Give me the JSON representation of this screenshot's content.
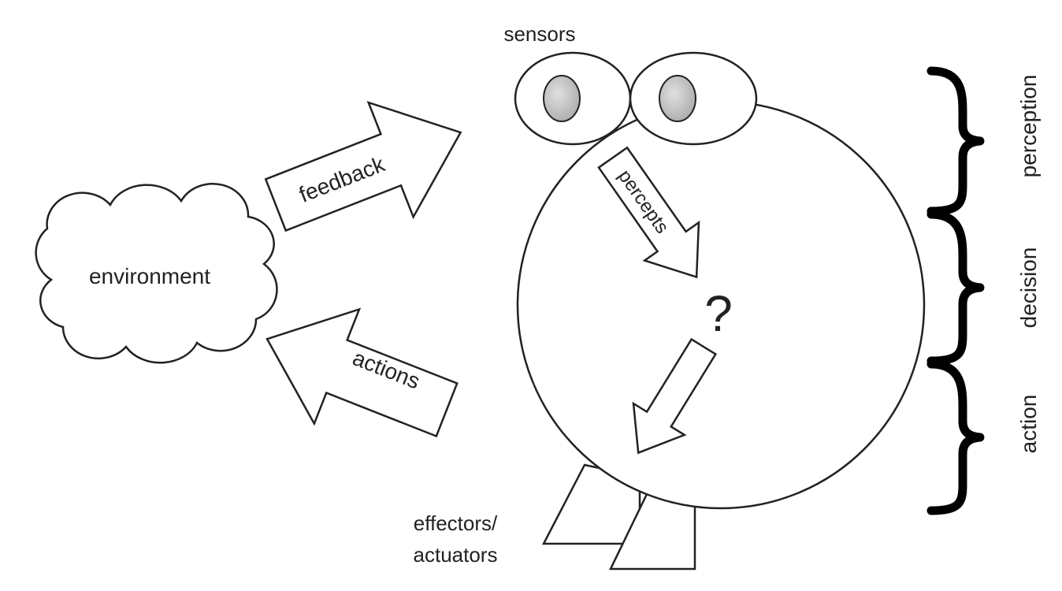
{
  "labels": {
    "environment": "environment",
    "feedback": "feedback",
    "actions": "actions",
    "sensors": "sensors",
    "percepts": "percepts",
    "question": "?",
    "effectors_line1": "effectors/",
    "effectors_line2": "actuators",
    "perception": "perception",
    "decision": "decision",
    "action": "action"
  },
  "colors": {
    "stroke": "#222222",
    "eye_pupil": "#c8c8c8",
    "brace": "#000000"
  }
}
